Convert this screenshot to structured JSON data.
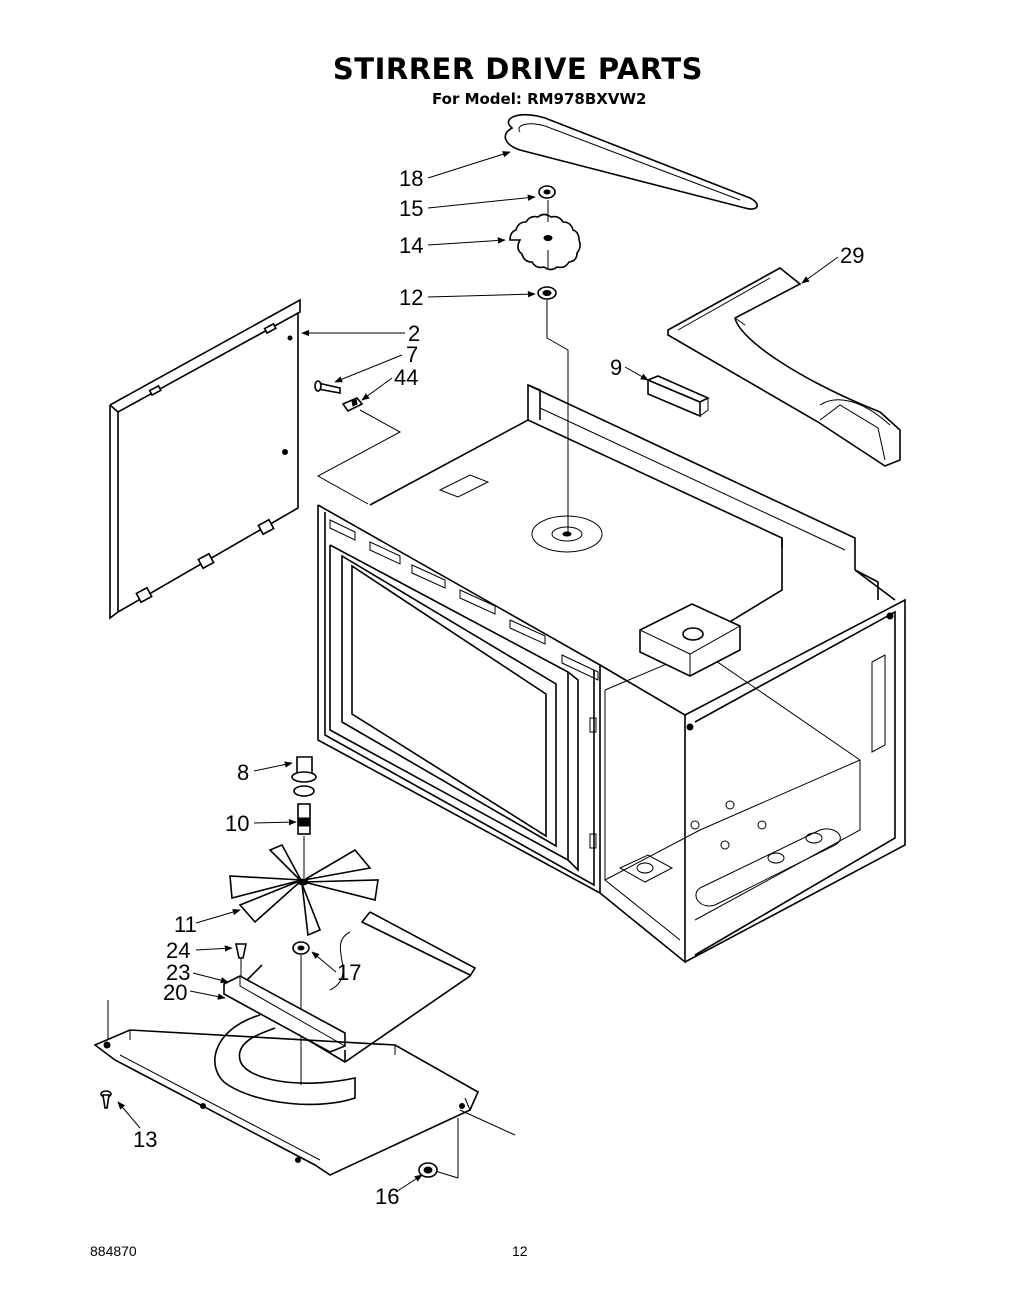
{
  "header": {
    "title": "STIRRER DRIVE PARTS",
    "subtitle": "For Model: RM978BXVW2"
  },
  "footer": {
    "doc_number": "884870",
    "page_number": "12"
  },
  "callouts": {
    "c18": "18",
    "c15": "15",
    "c14": "14",
    "c12": "12",
    "c29": "29",
    "c2": "2",
    "c7": "7",
    "c44": "44",
    "c9": "9",
    "c8": "8",
    "c10": "10",
    "c11": "11",
    "c24": "24",
    "c17": "17",
    "c23": "23",
    "c20": "20",
    "c13": "13",
    "c16": "16"
  }
}
